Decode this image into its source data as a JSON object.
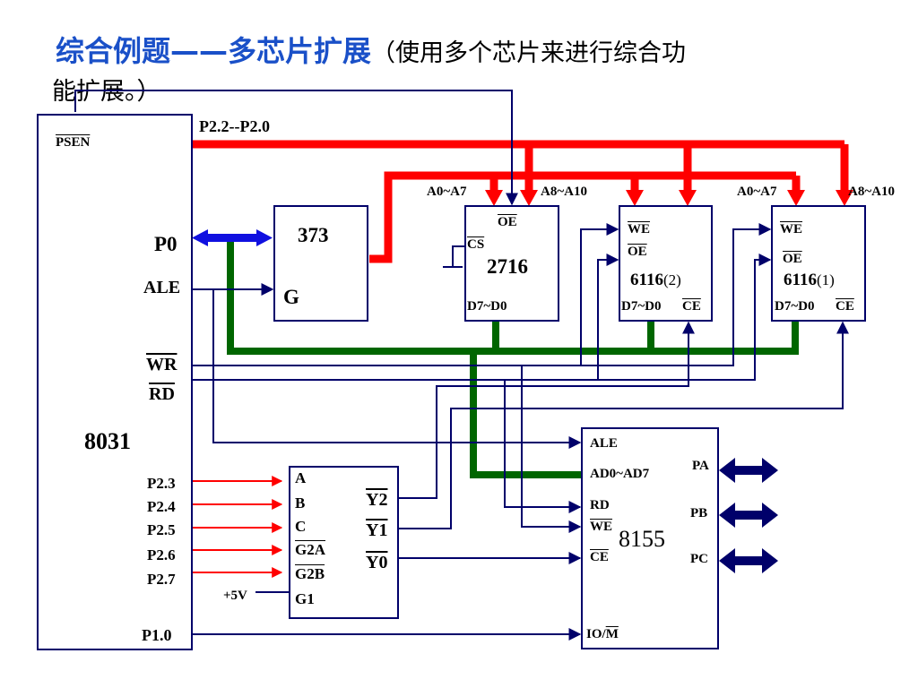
{
  "title": {
    "main": "综合例题——多芯片扩展",
    "sub": "（使用多个芯片来进行综合功",
    "sub2": "能扩展。）"
  },
  "chips": {
    "mcu": {
      "name": "8031",
      "psen": "PSEN",
      "p0": "P0",
      "ale": "ALE",
      "wr": "WR",
      "rd": "RD",
      "p23": "P2.3",
      "p24": "P2.4",
      "p25": "P2.5",
      "p26": "P2.6",
      "p27": "P2.7",
      "p10": "P1.0"
    },
    "latch": {
      "name": "373",
      "g": "G"
    },
    "eprom": {
      "name": "2716",
      "oe": "OE",
      "cs": "CS",
      "data": "D7~D0"
    },
    "ram2": {
      "name": "6116",
      "idx": "(2)",
      "we": "WE",
      "oe": "OE",
      "data": "D7~D0",
      "ce": "CE"
    },
    "ram1": {
      "name": "6116",
      "idx": "(1)",
      "we": "WE",
      "oe": "OE",
      "data": "D7~D0",
      "ce": "CE"
    },
    "decoder": {
      "a": "A",
      "b": "B",
      "c": "C",
      "g2a": "G2A",
      "g2b": "G2B",
      "g1": "G1",
      "y2": "Y2",
      "y1": "Y1",
      "y0": "Y0"
    },
    "io": {
      "name": "8155",
      "ale": "ALE",
      "ad": "AD0~AD7",
      "rd": "RD",
      "we": "WE",
      "ce": "CE",
      "iom": "IO/",
      "m": "M",
      "pa": "PA",
      "pb": "PB",
      "pc": "PC"
    }
  },
  "signals": {
    "p2bus": "P2.2--P2.0",
    "a07_left": "A0~A7",
    "a810_left": "A8~A10",
    "a07_right": "A0~A7",
    "a810_right": "A8~A10",
    "vcc": "+5V"
  },
  "colors": {
    "box": "#00006a",
    "wire": "#00006a",
    "address_bus": "#ff0000",
    "data_bus": "#006600",
    "p0_bidirectional": "#1010e0",
    "title_blue": "#1a50c8"
  }
}
